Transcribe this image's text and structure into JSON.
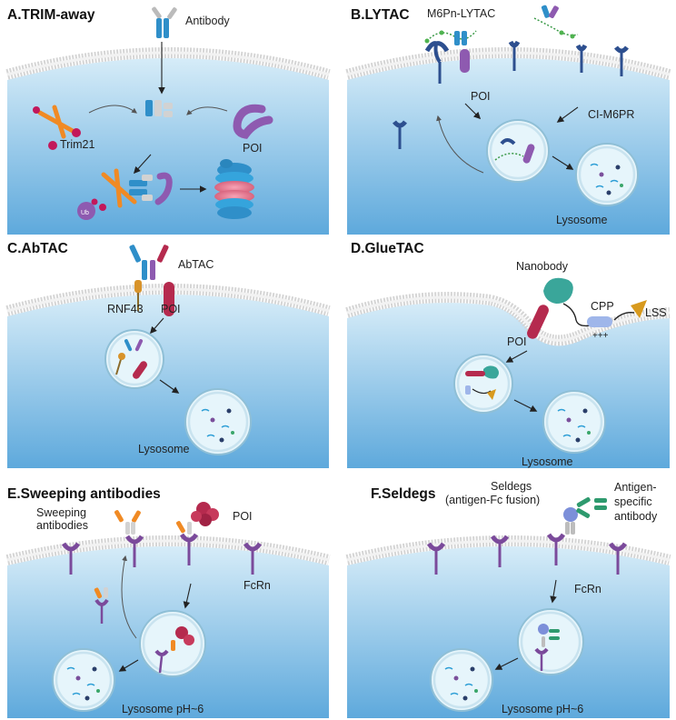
{
  "panels": {
    "a": {
      "title": "A.TRIM-away",
      "labels": {
        "antibody": "Antibody",
        "trim21": "Trim21",
        "poi": "POI",
        "ub": "Ub"
      }
    },
    "b": {
      "title": "B.LYTAC",
      "labels": {
        "m6pn": "M6Pn-LYTAC",
        "poi": "POI",
        "cim6pr": "CI-M6PR",
        "lysosome": "Lysosome"
      }
    },
    "c": {
      "title": "C.AbTAC",
      "labels": {
        "abtac": "AbTAC",
        "rnf43": "RNF43",
        "poi": "POI",
        "lysosome": "Lysosome"
      }
    },
    "d": {
      "title": "D.GlueTAC",
      "labels": {
        "nanobody": "Nanobody",
        "cpp": "CPP",
        "lss": "LSS",
        "charge": "+++",
        "poi": "POI",
        "lysosome": "Lysosome"
      }
    },
    "e": {
      "title": "E.Sweeping antibodies",
      "labels": {
        "sweep1": "Sweeping",
        "sweep2": "antibodies",
        "poi": "POI",
        "fcrn": "FcRn",
        "lysosome": "Lysosome pH~6"
      }
    },
    "f": {
      "title": "F.Seldegs",
      "labels": {
        "seldegs1": "Seldegs",
        "seldegs2": "(antigen-Fc fusion)",
        "ag1": "Antigen-",
        "ag2": "specific",
        "ag3": "antibody",
        "fcrn": "FcRn",
        "lysosome": "Lysosome pH~6"
      }
    }
  },
  "colors": {
    "cytoplasm_top": "#d6ecf8",
    "cytoplasm_bottom": "#5ea9dc",
    "membrane_head": "#d5d5d5",
    "antibody_blue": "#2f8fc9",
    "trim21_orange": "#f08a24",
    "poi_purple": "#8e5ab0",
    "receptor_navy": "#2d4f8f",
    "poi_crimson": "#b52a4e",
    "receptor_purple": "#7b4a9b",
    "seldegs_green": "#2e9a6e"
  }
}
